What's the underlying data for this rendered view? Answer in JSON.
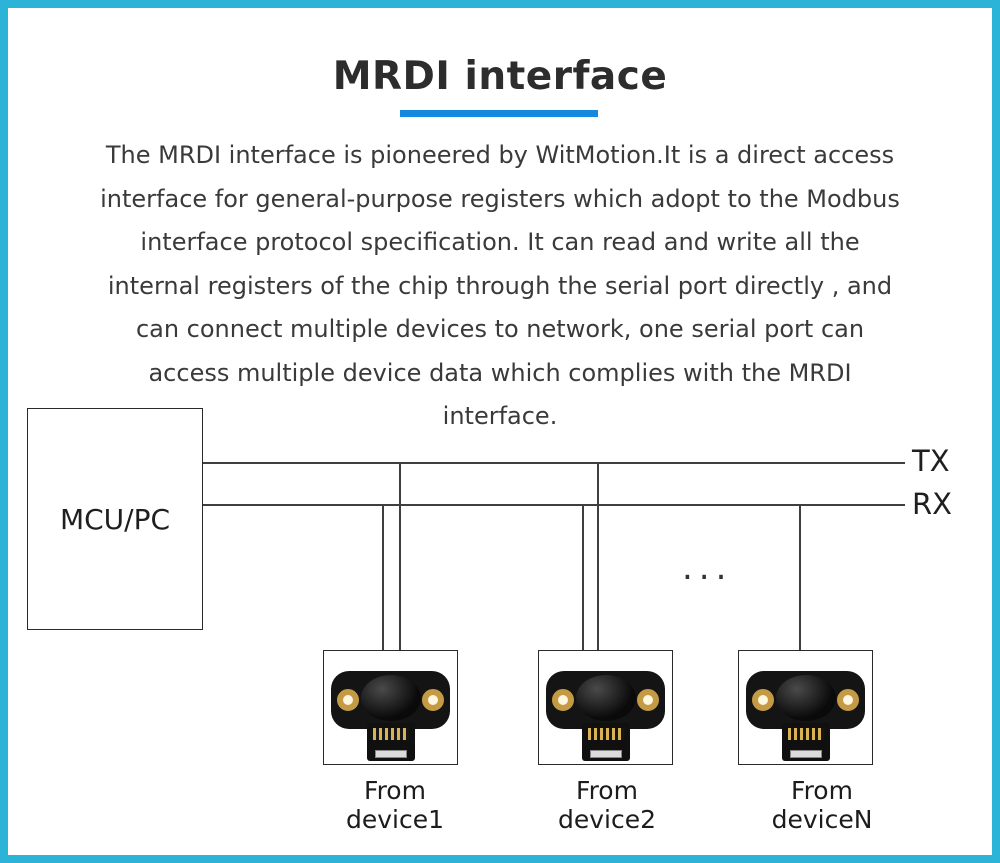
{
  "page": {
    "title": "MRDI interface"
  },
  "description": {
    "lines": [
      "The MRDI interface is pioneered by WitMotion.It is a direct access",
      "interface for general-purpose registers which adopt to the Modbus",
      "interface protocol specification. It can read and write all the",
      "internal registers of the chip through the serial port directly , and",
      "can connect multiple devices to network, one serial port can",
      "access multiple device data which complies with the MRDI",
      "interface."
    ]
  },
  "diagram": {
    "mcu_label": "MCU/PC",
    "tx_label": "TX",
    "rx_label": "RX",
    "ellipsis": "...",
    "devices": [
      {
        "caption_lines": [
          "From",
          "device1"
        ]
      },
      {
        "caption_lines": [
          "From",
          "device2"
        ]
      },
      {
        "caption_lines": [
          "From",
          "deviceN"
        ]
      }
    ]
  },
  "colors": {
    "frame_border": "#2bb3d8",
    "title_underline": "#1688dd",
    "body_text": "#3a3a3a",
    "wire": "#3f3f3f",
    "connector_gold": "#c49a45"
  }
}
